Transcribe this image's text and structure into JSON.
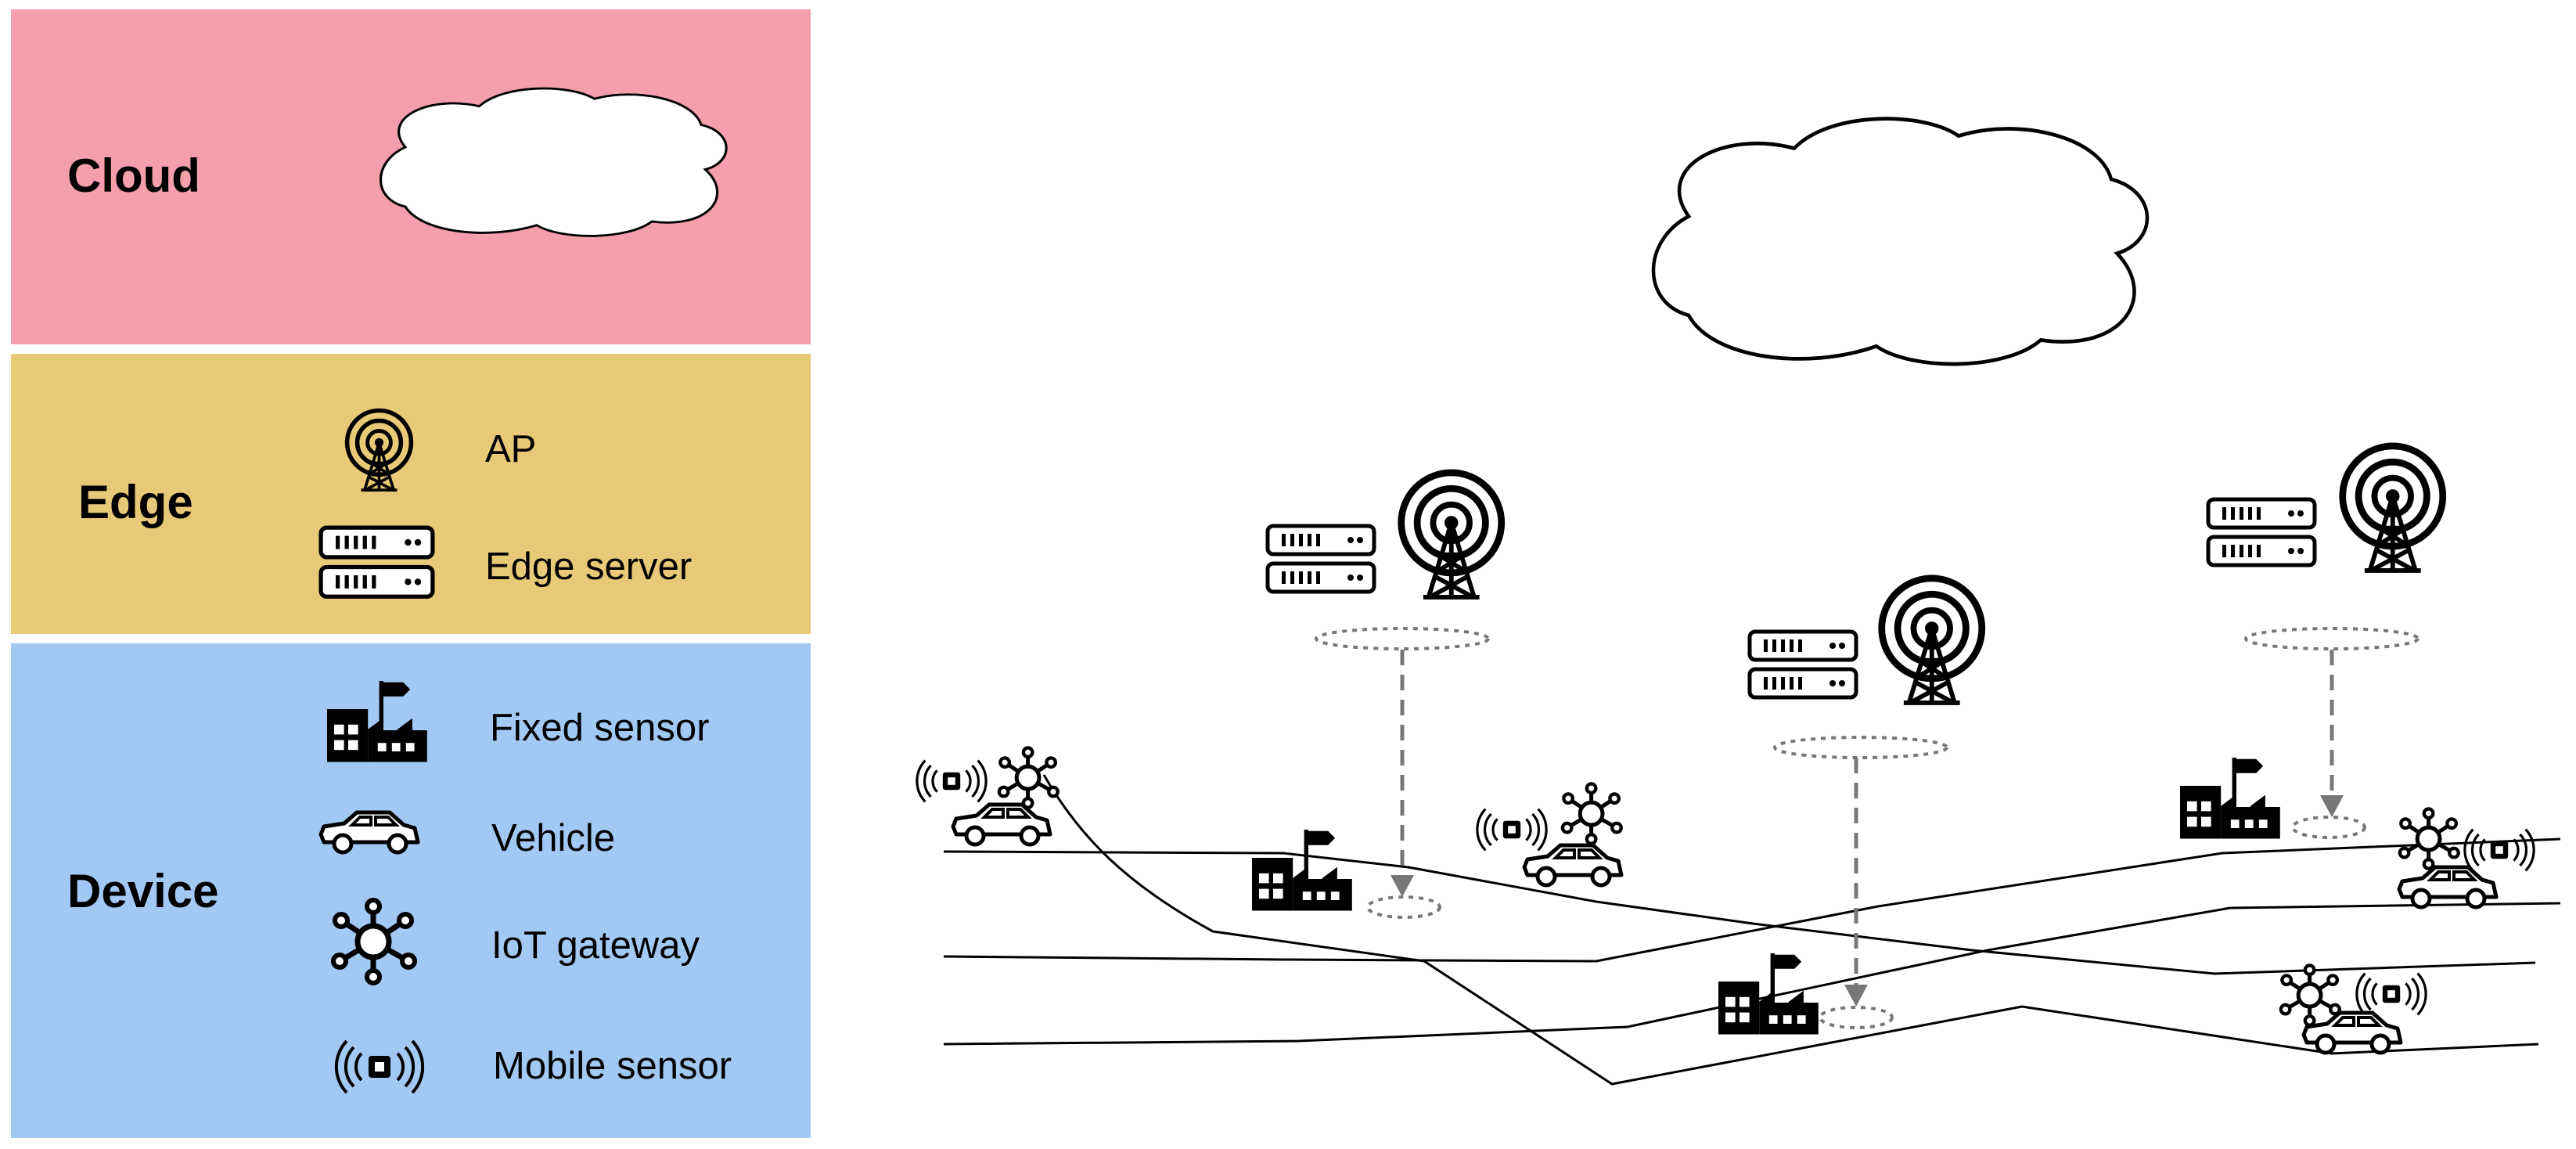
{
  "layers": {
    "cloud": {
      "title": "Cloud",
      "color": "#f59fad"
    },
    "edge": {
      "title": "Edge",
      "color": "#e8c977"
    },
    "device": {
      "title": "Device",
      "color": "#a2c8f4"
    }
  },
  "legend": {
    "ap": {
      "label": "AP",
      "icon": "ap-tower-icon"
    },
    "edge_server": {
      "label": "Edge server",
      "icon": "edge-server-icon"
    },
    "fixed_sensor": {
      "label": "Fixed sensor",
      "icon": "factory-icon"
    },
    "vehicle": {
      "label": "Vehicle",
      "icon": "car-icon"
    },
    "iot_gateway": {
      "label": "IoT gateway",
      "icon": "hub-icon"
    },
    "mobile_sensor": {
      "label": "Mobile sensor",
      "icon": "broadcast-sensor-icon"
    }
  }
}
